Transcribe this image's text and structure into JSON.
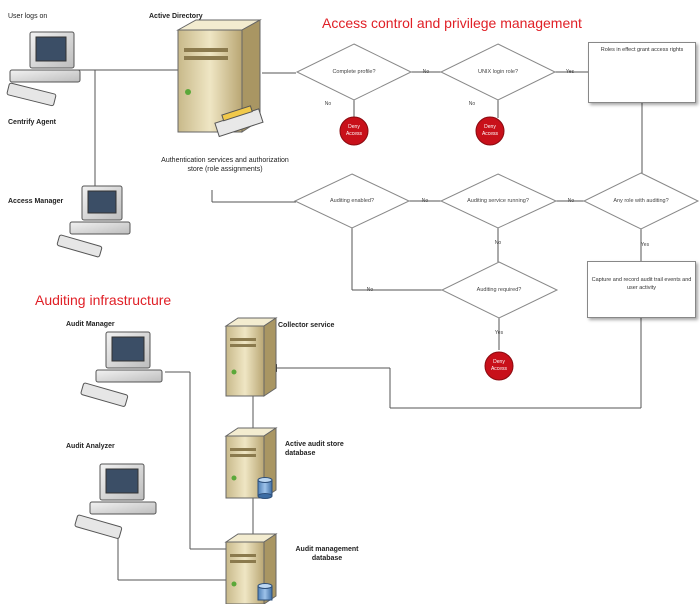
{
  "titles": {
    "access_control": "Access control and privilege management",
    "auditing": "Auditing infrastructure"
  },
  "nodes": {
    "user_logs_on": "User logs on",
    "centrify_agent": "Centrify Agent",
    "active_directory": "Active Directory",
    "ad_desc": "Authentication services and authorization store (role assignments)",
    "access_manager": "Access Manager",
    "audit_manager": "Audit Manager",
    "audit_analyzer": "Audit Analyzer",
    "collector_service": "Collector service",
    "active_audit_store": "Active audit store database",
    "audit_management_db": "Audit management database"
  },
  "decisions": {
    "complete_profile": "Complete profile?",
    "unix_login_role": "UNIX login role?",
    "auditing_enabled": "Auditing enabled?",
    "auditing_service_running": "Auditing service running?",
    "any_role_auditing": "Any role with auditing?",
    "auditing_required": "Auditing required?"
  },
  "processes": {
    "roles_grant": "Roles in effect grant access rights",
    "capture_record": "Capture and record audit trail events and user activity"
  },
  "terminals": {
    "deny1": "Deny Access",
    "deny2": "Deny Access",
    "deny3": "Deny Access"
  },
  "edge_labels": {
    "yes": "Yes",
    "no": "No"
  },
  "colors": {
    "title_red": "#e01f26",
    "deny_red": "#c8101a",
    "line": "#555555"
  }
}
